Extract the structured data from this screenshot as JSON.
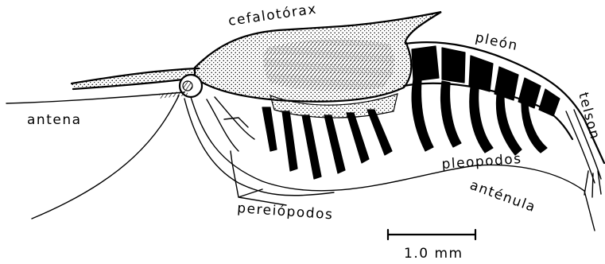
{
  "labels": {
    "cephalothorax": "cefalotórax",
    "pleon": "pleón",
    "telson": "telson",
    "antenna": "antena",
    "pleopods": "pleopodos",
    "antennule": "anténula",
    "pereiopods": "pereiópodos",
    "scale": "1.0 mm"
  },
  "colors": {
    "ink": "#000000",
    "paper": "#ffffff"
  }
}
